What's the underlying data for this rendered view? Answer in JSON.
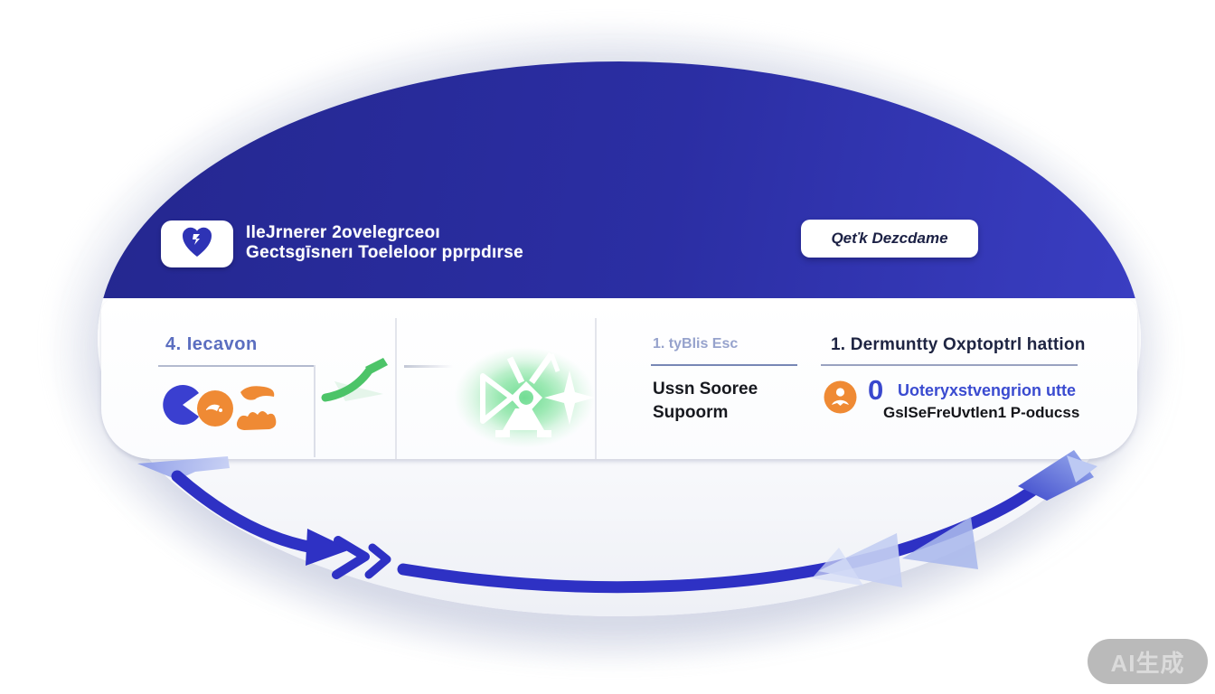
{
  "header": {
    "title_line1": "IleJrnerer 2ovelegrceoı",
    "title_line2": "Gectsgīsnerı Toeleloor pprpdırse",
    "cta_label": "Qeťk Dezcdame"
  },
  "panel": {
    "step4": {
      "heading": "4. Iecavon"
    },
    "step1_list": {
      "heading": "1. tyBlis Esc",
      "line1": "Ussn Sooree",
      "line2": "Supoorm"
    },
    "step1_detail": {
      "heading": "1. Dermuntty Oxptoptrl hattion",
      "badge": "0",
      "line1": "Uoteryxstvengrion utte",
      "line2": "GslSeFreUvtlen1 P-oducss"
    }
  },
  "icons": {
    "logo": "heart-pin-icon",
    "step4_icons": [
      "pacman-icon",
      "coin-glyph-icon",
      "wave-blob-icon"
    ],
    "flow_arrow": "green-curve-arrow-icon",
    "glow": "sparkle-glow-icon",
    "avatar": "person-avatar-icon",
    "cycle": [
      "cycle-arrow-left-icon",
      "cycle-chevrons-icon",
      "cycle-arrow-right-icon"
    ]
  },
  "colors": {
    "brand_blue": "#2b2ea3",
    "arrow_blue": "#2e31c4",
    "accent_blue_text": "#3a4bd0",
    "muted_blue_heading": "#5b6ec0",
    "heading_navy": "#1e2442",
    "orange": "#ef8a34",
    "green": "#4cc468",
    "light_periwinkle": "#aab8ec"
  },
  "watermark": {
    "label": "AI生成"
  }
}
